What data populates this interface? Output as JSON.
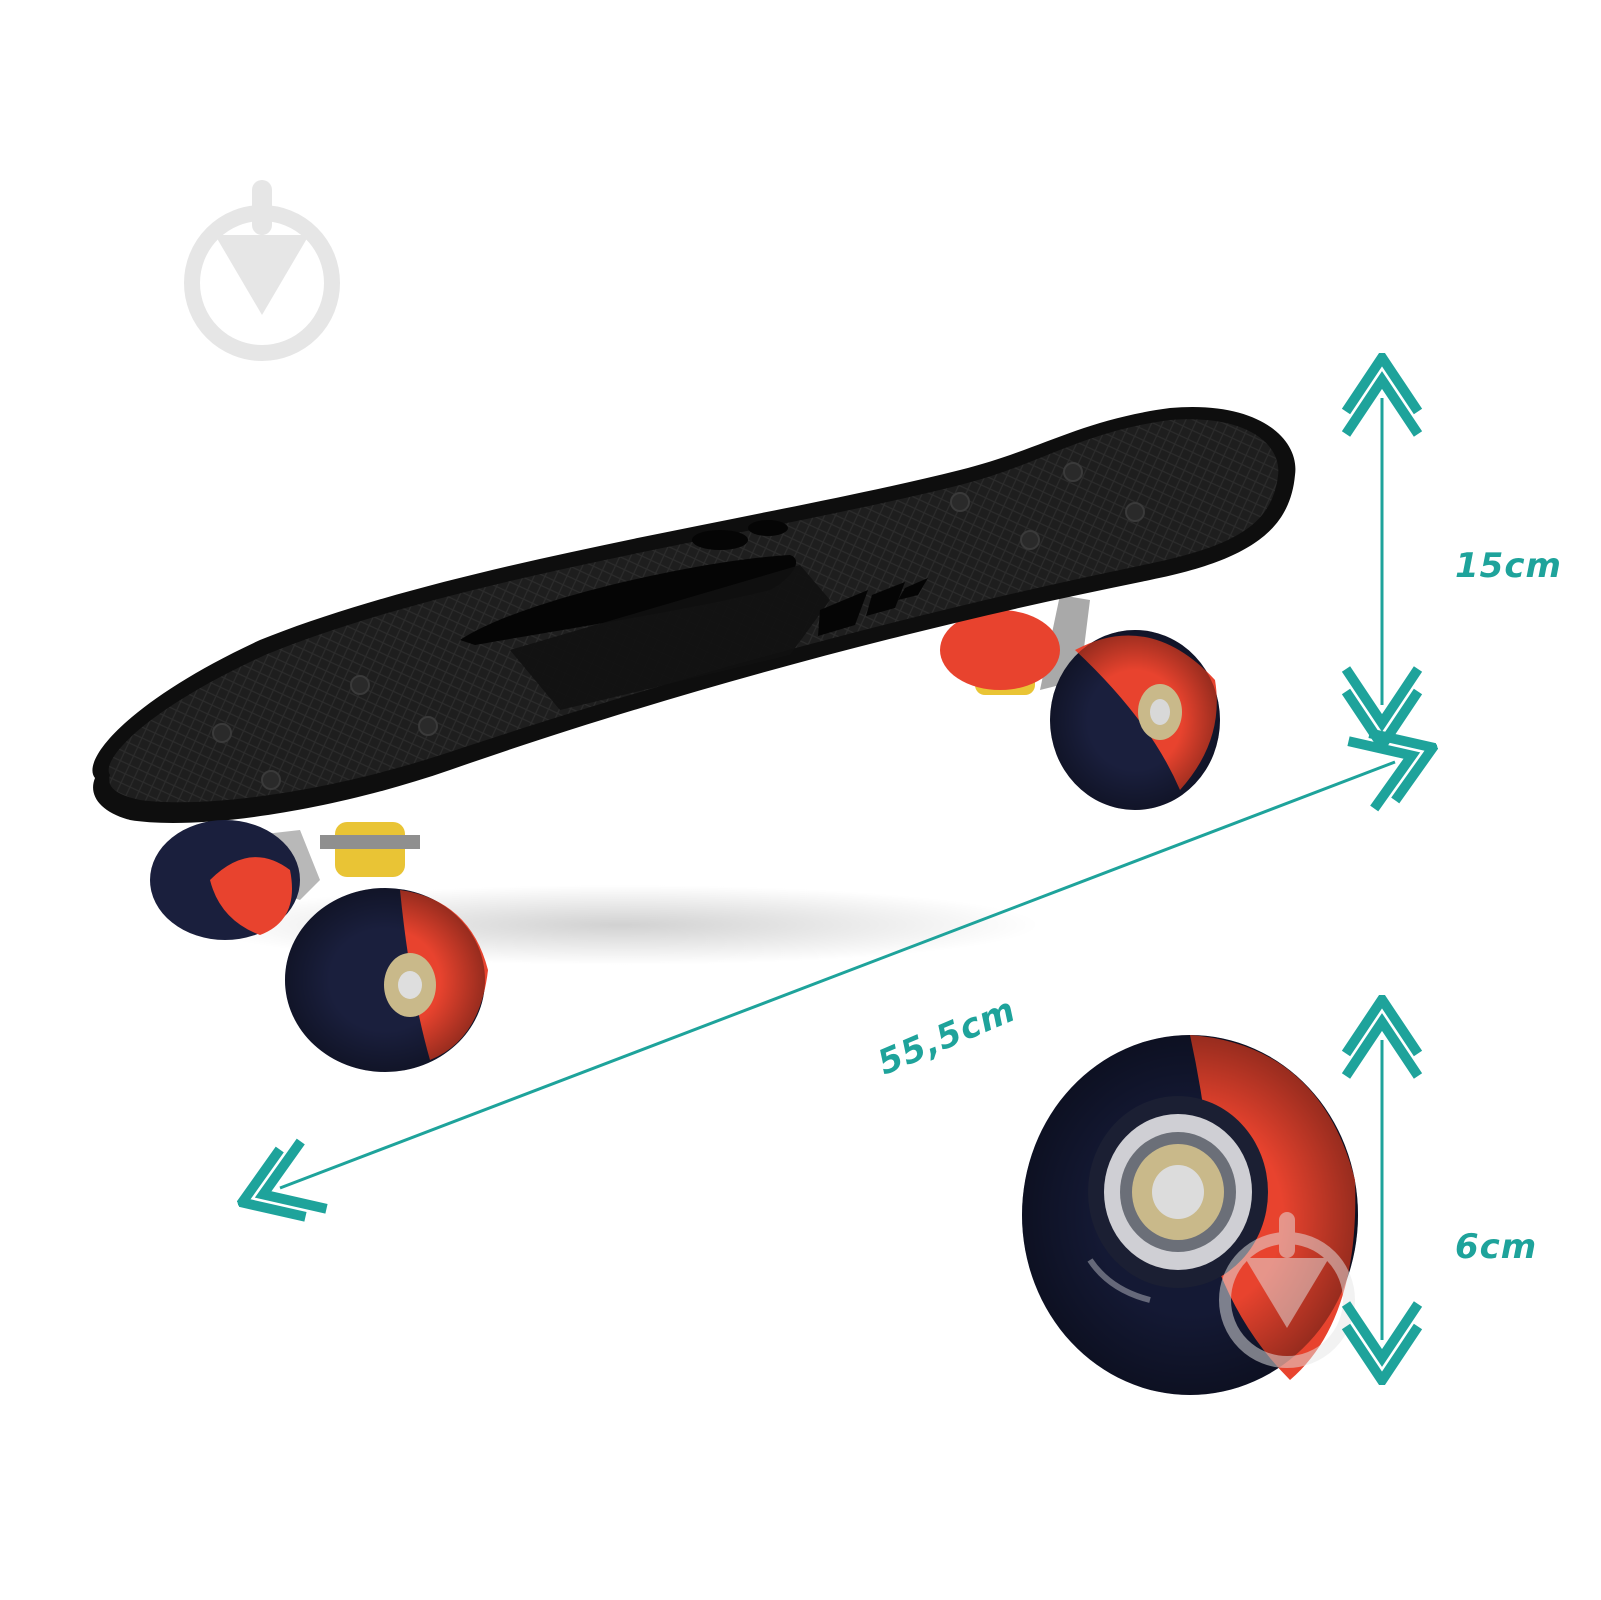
{
  "dimensions": {
    "height_label": "15cm",
    "length_label": "55,5cm",
    "wheel_label": "6cm"
  },
  "colors": {
    "dimension_accent": "#1ea39b",
    "deck": "#1c1c1c",
    "deck_rim": "#0e0e0e",
    "wheel_red": "#e8432e",
    "wheel_navy": "#1a1f3d",
    "bushing": "#e9c435",
    "truck_metal": "#b8b8b8",
    "watermark": "#e6e6e6"
  },
  "icons": {
    "watermark": "pin-drop-watermark-icon"
  }
}
